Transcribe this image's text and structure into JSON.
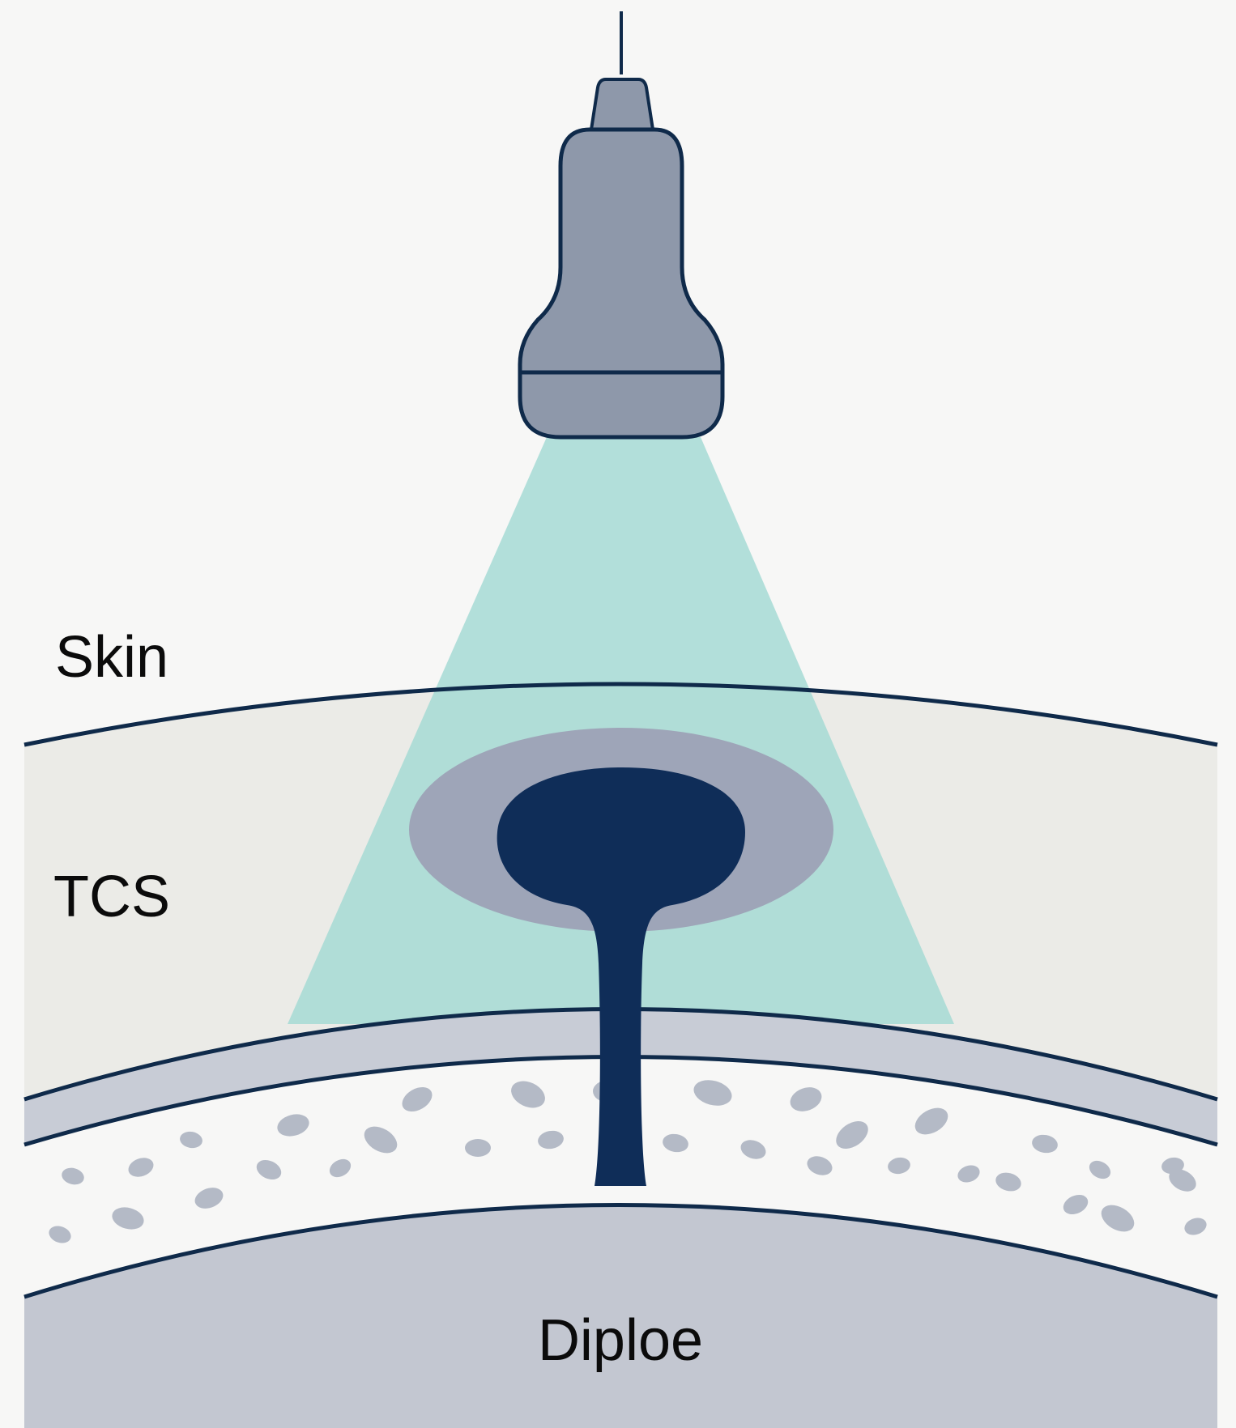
{
  "labels": {
    "skin": "Skin",
    "tcs": "TCS",
    "diploe": "Diploe"
  },
  "colors": {
    "background": "#f7f7f6",
    "outline": "#0f2a4a",
    "probe_fill": "#8e98aa",
    "beam": "#9fd8d2",
    "tcs_layer": "#ebebe7",
    "lesion_halo": "#9ea5b8",
    "lesion_core": "#0f2d58",
    "bone_band": "#c8ccd6",
    "spot": "#b4bac6",
    "diploe_fill": "#c3c7d1"
  }
}
